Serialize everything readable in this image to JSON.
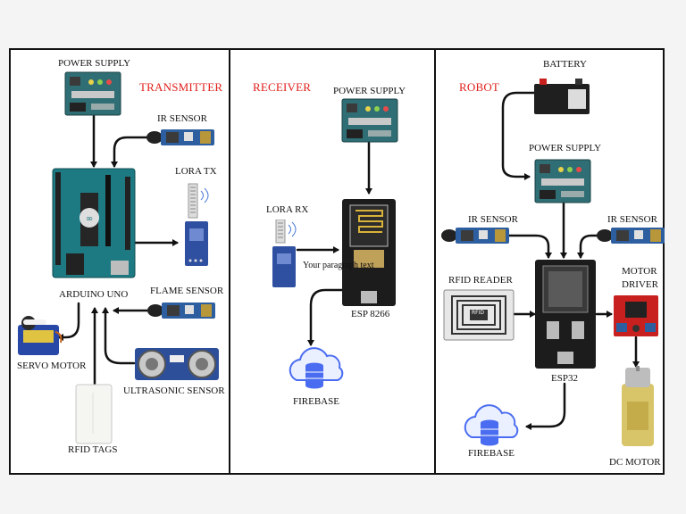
{
  "sections": {
    "transmitter": "TRANSMITTER",
    "receiver": "RECEIVER",
    "robot": "ROBOT"
  },
  "transmitter": {
    "power_supply": "POWER SUPPLY",
    "ir_sensor": "IR SENSOR",
    "lora_tx": "LORA TX",
    "arduino": "ARDUINO UNO",
    "flame_sensor": "FLAME SENSOR",
    "servo_motor": "SERVO MOTOR",
    "ultrasonic": "ULTRASONIC SENSOR",
    "rfid_tags": "RFID TAGS"
  },
  "receiver": {
    "power_supply": "POWER SUPPLY",
    "lora_rx": "LORA RX",
    "esp8266": "ESP 8266",
    "overlay_text": "Your paragraph text",
    "firebase": "FIREBASE"
  },
  "robot": {
    "battery": "BATTERY",
    "power_supply": "POWER SUPPLY",
    "ir_sensor_left": "IR SENSOR",
    "ir_sensor_right": "IR SENSOR",
    "rfid_reader": "RFID READER",
    "motor_driver_line1": "MOTOR",
    "motor_driver_line2": "DRIVER",
    "esp32": "ESP32",
    "firebase": "FIREBASE",
    "dc_motor": "DC MOTOR",
    "rfid_chip_text": "RFID"
  },
  "colors": {
    "section_label": "#e0201c",
    "pcb_teal": "#2f6e74",
    "arduino_teal": "#1d7a83",
    "lora_blue": "#2f4fa0",
    "esp_black": "#1c1c1c",
    "firebase_blue": "#4a6cf0",
    "driver_red": "#c8201e"
  }
}
